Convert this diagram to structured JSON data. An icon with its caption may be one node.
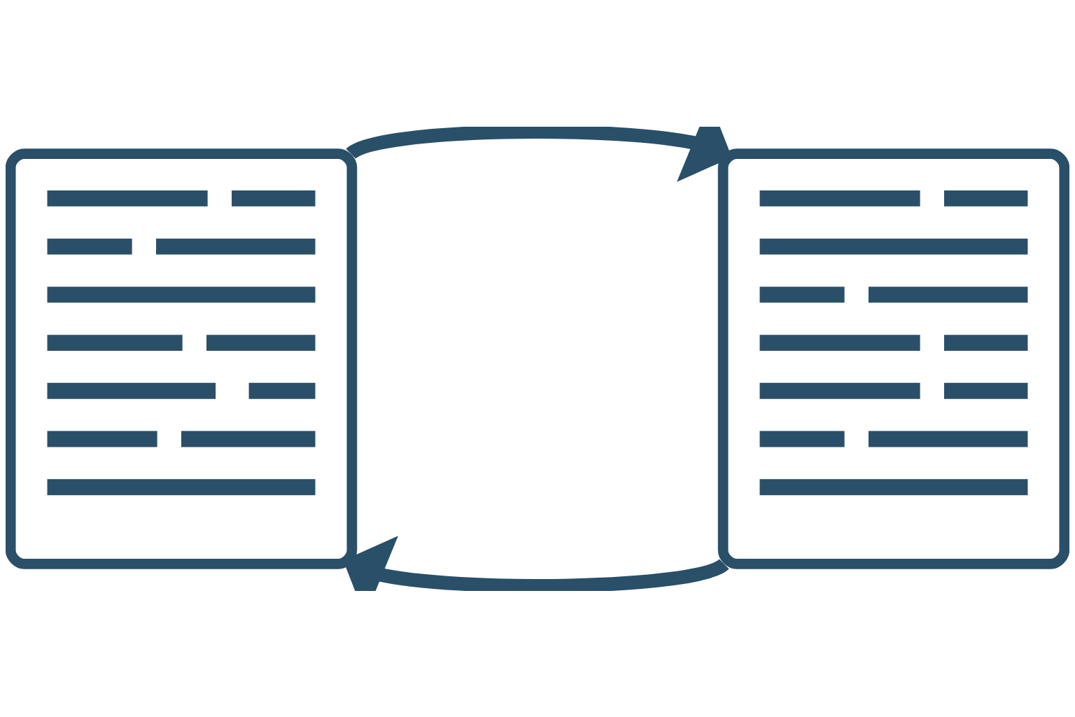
{
  "diagram": {
    "nodes": [
      {
        "text": [],
        "shape": "document"
      },
      {
        "text": [],
        "shape": "document"
      }
    ],
    "edges": [
      {
        "from": 0,
        "to": 1,
        "arrow": "to"
      },
      {
        "from": 1,
        "to": 0,
        "arrow": "to"
      }
    ]
  }
}
